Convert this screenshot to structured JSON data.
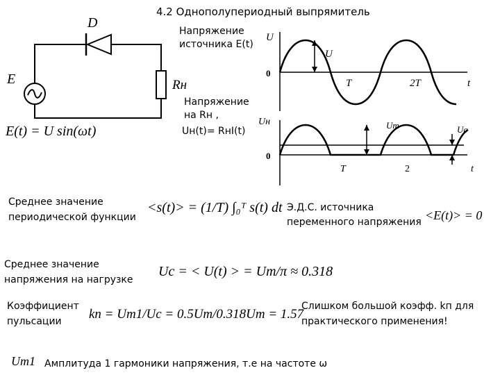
{
  "slide": {
    "title": "4.2 Однополупериодный выпрямитель"
  },
  "circuit": {
    "diode_label": "D",
    "source_label": "E",
    "source_symbol": "~",
    "load_label": "Rн",
    "formula": "E(t) = U sin(ωt)"
  },
  "graph_top": {
    "caption_line1": "Напряжение",
    "caption_line2": "источника  E(t)",
    "y_axis": "U",
    "amplitude": "U",
    "zero": "0",
    "tick_t": "T",
    "tick_2t": "2T",
    "x_axis": "t"
  },
  "graph_bottom": {
    "caption_line1": "Напряжение",
    "caption_line2": "на Rн ,",
    "caption_line3": "Uн(t)= RнI(t)",
    "y_axis": "Uн",
    "amplitude": "Um",
    "avg": "Uc",
    "zero": "0",
    "tick_t": "T",
    "tick_2": "2",
    "x_axis": "t"
  },
  "mean_value": {
    "label_line1": "Среднее значение",
    "label_line2": "периодической функции",
    "formula": "<s(t)> = (1/T) ∫₀ᵀ s(t) dt"
  },
  "emf_note": {
    "line1": "Э.Д.С. источника",
    "line2": "переменного напряжения",
    "formula": "<E(t)> = 0"
  },
  "load_mean": {
    "label_line1": "Среднее значение",
    "label_line2": "напряжения на нагрузке",
    "formula": "Uc = < U(t) > = Um/π ≈ 0.318"
  },
  "ripple": {
    "label_line1": "Коэффициент",
    "label_line2": "пульсации",
    "formula": "kп = Um1/Uc = 0.5Um/0.318Um = 1.57",
    "note_line1": "Слишком большой коэфф. kп для",
    "note_line2": "практического применения!"
  },
  "footer": {
    "symbol": "Um1",
    "text": "Амплитуда 1 гармоники напряжения, т.е на  частоте ω"
  }
}
